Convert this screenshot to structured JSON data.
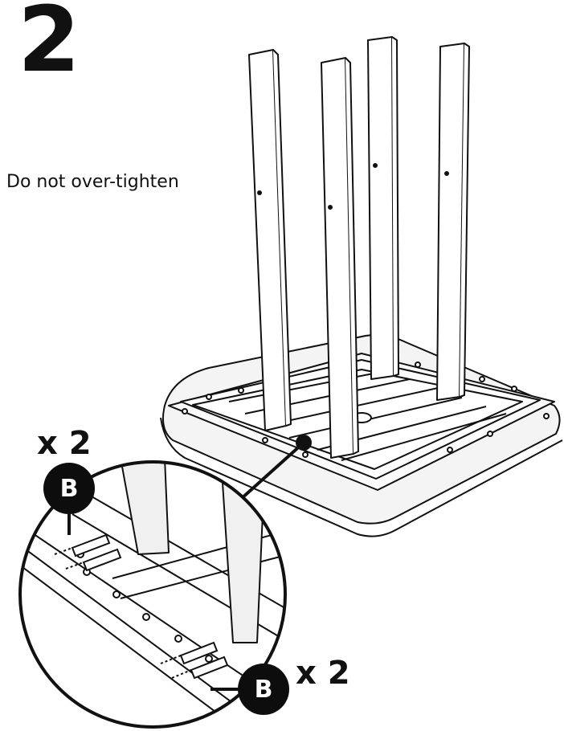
{
  "step": {
    "number": "2"
  },
  "caption": {
    "text": "Do not over-tighten"
  },
  "callouts": [
    {
      "part": "B",
      "quantity": "x 2"
    },
    {
      "part": "B",
      "quantity": "x 2"
    }
  ],
  "icons": [
    "screw-icon",
    "leg-icon",
    "table-frame-icon",
    "magnifier-circle-icon"
  ]
}
